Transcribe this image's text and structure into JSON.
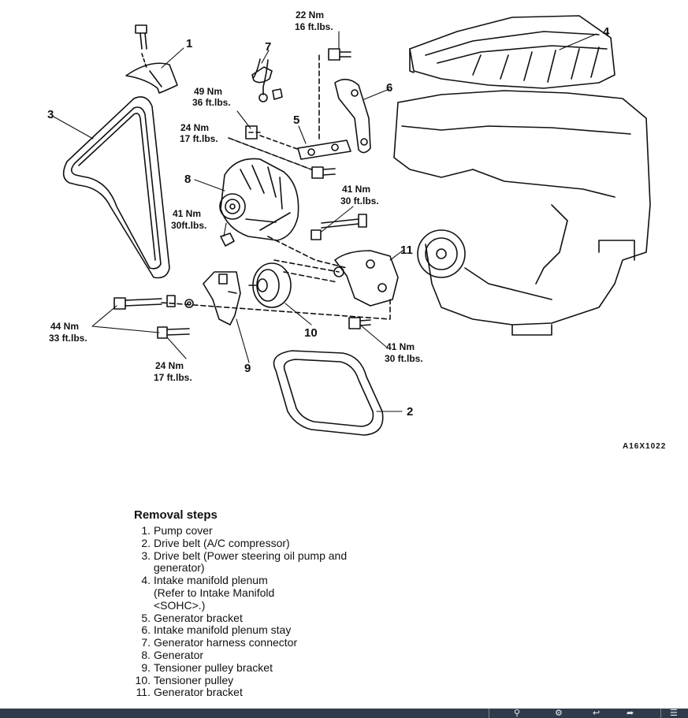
{
  "diagram": {
    "part_numbers": [
      "1",
      "2",
      "3",
      "4",
      "5",
      "6",
      "7",
      "8",
      "9",
      "10",
      "11"
    ],
    "torques": {
      "t22": [
        "22 Nm",
        "16 ft.lbs."
      ],
      "t49": [
        "49 Nm",
        "36 ft.lbs."
      ],
      "t24a": [
        "24 Nm",
        "17 ft.lbs."
      ],
      "t41a": [
        "41 Nm",
        "30 ft.lbs."
      ],
      "t41b": [
        "41 Nm",
        "30ft.lbs."
      ],
      "t44": [
        "44 Nm",
        "33 ft.lbs."
      ],
      "t24b": [
        "24 Nm",
        "17 ft.lbs."
      ],
      "t41c": [
        "41 Nm",
        "30 ft.lbs."
      ]
    },
    "figure_code": "A16X1022"
  },
  "removal": {
    "heading": "Removal steps",
    "steps": [
      {
        "n": "1.",
        "t": "Pump cover"
      },
      {
        "n": "2.",
        "t": "Drive belt (A/C compressor)"
      },
      {
        "n": "3.",
        "t": "Drive belt (Power steering oil pump and generator)"
      },
      {
        "n": "4.",
        "t": "Intake manifold plenum (Refer to Intake Manifold <SOHC>.)"
      },
      {
        "n": "5.",
        "t": "Generator bracket"
      },
      {
        "n": "6.",
        "t": "Intake manifold plenum stay"
      },
      {
        "n": "7.",
        "t": "Generator harness connector"
      },
      {
        "n": "8.",
        "t": "Generator"
      },
      {
        "n": "9.",
        "t": "Tensioner pulley bracket"
      },
      {
        "n": "10.",
        "t": "Tensioner pulley"
      },
      {
        "n": "11.",
        "t": "Generator bracket"
      }
    ]
  },
  "taskbar": {
    "icons": [
      "search-icon",
      "settings-icon",
      "back-icon",
      "share-icon"
    ]
  }
}
